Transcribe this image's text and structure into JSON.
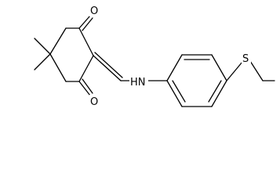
{
  "molecule": {
    "atoms": {
      "oxygen_top": "O",
      "oxygen_bottom": "O",
      "amine": "HN",
      "sulfur": "S"
    }
  }
}
